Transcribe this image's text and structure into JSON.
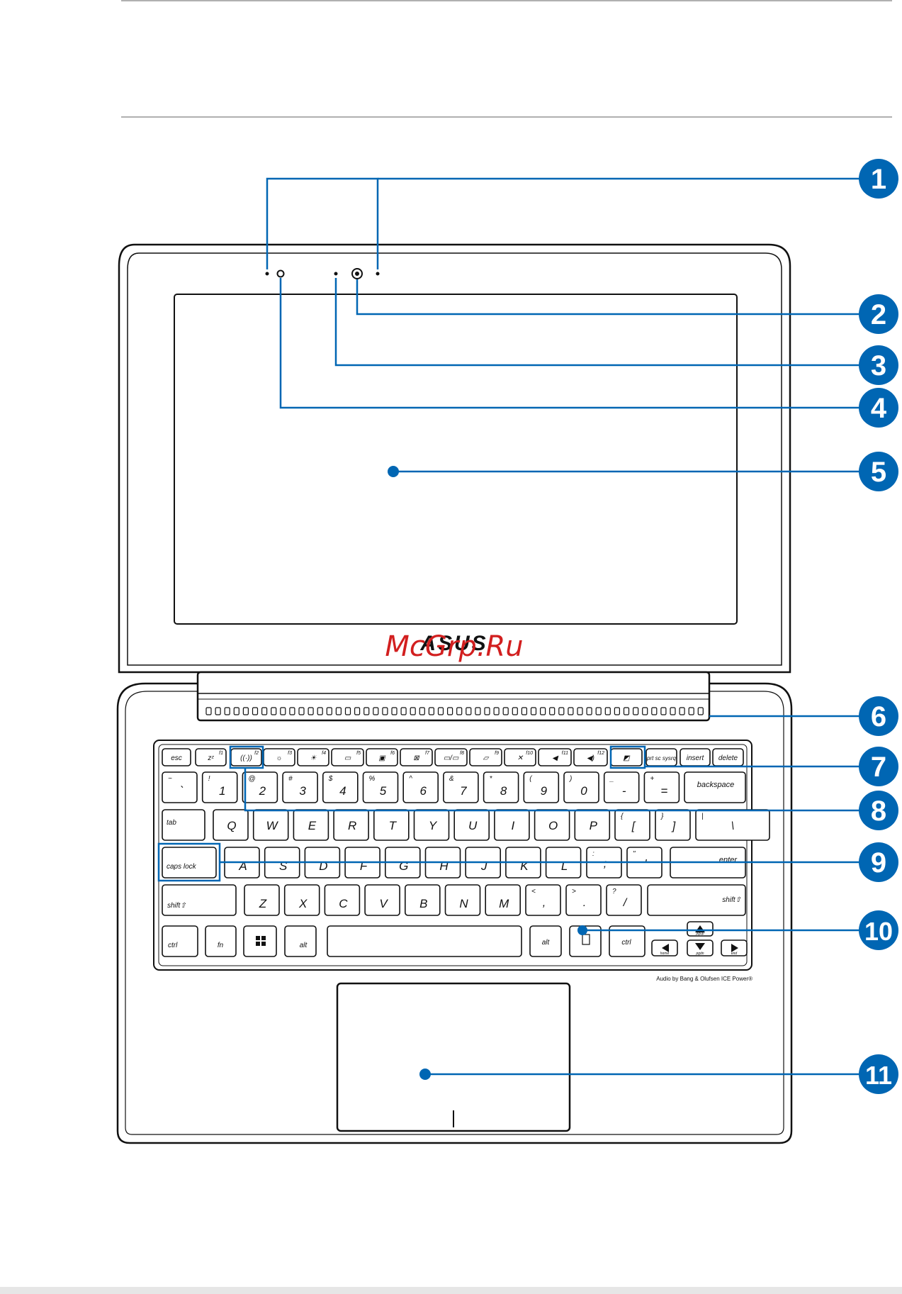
{
  "watermark": "McGrp.Ru",
  "logo_text": "ASUS",
  "audio_label": "Audio by Bang & Olufsen ICE Power®",
  "accent_color": "#0066b3",
  "callouts": [
    "1",
    "2",
    "3",
    "4",
    "5",
    "6",
    "7",
    "8",
    "9",
    "10",
    "11"
  ],
  "keyboard": {
    "row1": [
      {
        "label": "esc",
        "sub": ""
      },
      {
        "label": "zᶻ",
        "sub": "f1"
      },
      {
        "label": "((·))",
        "sub": "f2"
      },
      {
        "label": "☼",
        "sub": "f3"
      },
      {
        "label": "☀",
        "sub": "f4"
      },
      {
        "label": "▭",
        "sub": "f5"
      },
      {
        "label": "▣",
        "sub": "f6"
      },
      {
        "label": "⊠",
        "sub": "f7"
      },
      {
        "label": "▭/▭",
        "sub": "f8"
      },
      {
        "label": "▱",
        "sub": "f9"
      },
      {
        "label": "✕",
        "sub": "f10"
      },
      {
        "label": "◀",
        "sub": "f11"
      },
      {
        "label": "◀)",
        "sub": "f12"
      },
      {
        "label": "◩",
        "sub": ""
      },
      {
        "label": "prt sc sysrq",
        "sub": ""
      },
      {
        "label": "insert",
        "sub": ""
      },
      {
        "label": "delete",
        "sub": ""
      }
    ],
    "row2": [
      {
        "main": "`",
        "top": "~"
      },
      {
        "main": "1",
        "top": "!"
      },
      {
        "main": "2",
        "top": "@"
      },
      {
        "main": "3",
        "top": "#"
      },
      {
        "main": "4",
        "top": "$"
      },
      {
        "main": "5",
        "top": "%"
      },
      {
        "main": "6",
        "top": "^"
      },
      {
        "main": "7",
        "top": "&"
      },
      {
        "main": "8",
        "top": "*"
      },
      {
        "main": "9",
        "top": "("
      },
      {
        "main": "0",
        "top": ")"
      },
      {
        "main": "-",
        "top": "_"
      },
      {
        "main": "=",
        "top": "+"
      }
    ],
    "backspace": "backspace",
    "tab": "tab",
    "row3": [
      "Q",
      "W",
      "E",
      "R",
      "T",
      "Y",
      "U",
      "I",
      "O",
      "P"
    ],
    "row3_brackets": [
      {
        "main": "[",
        "top": "{"
      },
      {
        "main": "]",
        "top": "}"
      },
      {
        "main": "\\",
        "top": "|"
      }
    ],
    "caps_lock": "caps lock",
    "row4": [
      "A",
      "S",
      "D",
      "F",
      "G",
      "H",
      "J",
      "K",
      "L"
    ],
    "row4_punct": [
      {
        "main": ";",
        "top": ":"
      },
      {
        "main": "'",
        "top": "\""
      }
    ],
    "enter": "enter",
    "shift": "shift⇧",
    "row5": [
      "Z",
      "X",
      "C",
      "V",
      "B",
      "N",
      "M"
    ],
    "row5_punct": [
      {
        "main": ",",
        "top": "<"
      },
      {
        "main": ".",
        "top": ">"
      },
      {
        "main": "/",
        "top": "?"
      }
    ],
    "ctrl": "ctrl",
    "fn": "fn",
    "alt": "alt",
    "home": "home",
    "pgdn": "pgdn",
    "end": "end",
    "pgup": "pgup"
  }
}
